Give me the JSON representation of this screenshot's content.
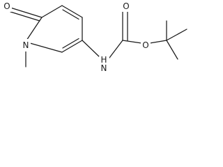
{
  "molecule": {
    "labels": {
      "ketone_oxygen": "O",
      "ring_nitrogen": "N",
      "amide_nitrogen_hydrogen": "H",
      "amide_nitrogen": "N",
      "carbonyl_oxygen": "O",
      "ether_oxygen": "O"
    },
    "colors": {
      "bond": "#1a1a1a",
      "text": "#1a1a1a",
      "background": "#ffffff"
    }
  }
}
